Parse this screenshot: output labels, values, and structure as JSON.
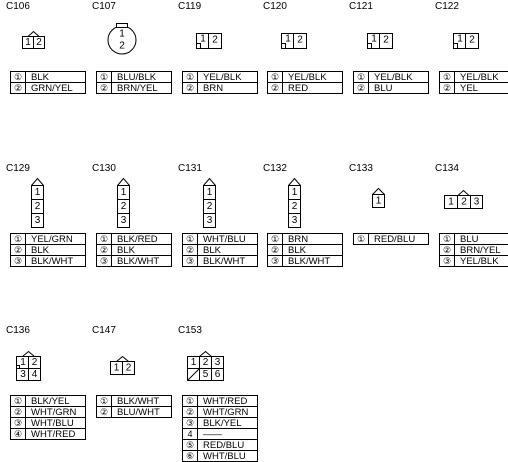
{
  "connectors": [
    {
      "id": "C106",
      "pins": [
        {
          "no": "①",
          "wire": "BLK"
        },
        {
          "no": "②",
          "wire": "GRN/YEL"
        }
      ],
      "cells": [
        "1",
        "2"
      ]
    },
    {
      "id": "C107",
      "pins": [
        {
          "no": "①",
          "wire": "BLU/BLK"
        },
        {
          "no": "②",
          "wire": "BRN/YEL"
        }
      ],
      "cells": [
        "1",
        "2"
      ]
    },
    {
      "id": "C119",
      "pins": [
        {
          "no": "①",
          "wire": "YEL/BLK"
        },
        {
          "no": "②",
          "wire": "BRN"
        }
      ],
      "cells": [
        "1",
        "2"
      ]
    },
    {
      "id": "C120",
      "pins": [
        {
          "no": "①",
          "wire": "YEL/BLK"
        },
        {
          "no": "②",
          "wire": "RED"
        }
      ],
      "cells": [
        "1",
        "2"
      ]
    },
    {
      "id": "C121",
      "pins": [
        {
          "no": "①",
          "wire": "YEL/BLK"
        },
        {
          "no": "②",
          "wire": "BLU"
        }
      ],
      "cells": [
        "1",
        "2"
      ]
    },
    {
      "id": "C122",
      "pins": [
        {
          "no": "①",
          "wire": "YEL/BLK"
        },
        {
          "no": "②",
          "wire": "YEL"
        }
      ],
      "cells": [
        "1",
        "2"
      ]
    },
    {
      "id": "C129",
      "pins": [
        {
          "no": "①",
          "wire": "YEL/GRN"
        },
        {
          "no": "②",
          "wire": "BLK"
        },
        {
          "no": "③",
          "wire": "BLK/WHT"
        }
      ],
      "cells": [
        "1",
        "2",
        "3"
      ]
    },
    {
      "id": "C130",
      "pins": [
        {
          "no": "①",
          "wire": "BLK/RED"
        },
        {
          "no": "②",
          "wire": "BLK"
        },
        {
          "no": "③",
          "wire": "BLK/WHT"
        }
      ],
      "cells": [
        "1",
        "2",
        "3"
      ]
    },
    {
      "id": "C131",
      "pins": [
        {
          "no": "①",
          "wire": "WHT/BLU"
        },
        {
          "no": "②",
          "wire": "BLK"
        },
        {
          "no": "③",
          "wire": "BLK/WHT"
        }
      ],
      "cells": [
        "1",
        "2",
        "3"
      ]
    },
    {
      "id": "C132",
      "pins": [
        {
          "no": "①",
          "wire": "BRN"
        },
        {
          "no": "②",
          "wire": "BLK"
        },
        {
          "no": "③",
          "wire": "BLK/WHT"
        }
      ],
      "cells": [
        "1",
        "2",
        "3"
      ]
    },
    {
      "id": "C133",
      "pins": [
        {
          "no": "①",
          "wire": "RED/BLU"
        }
      ],
      "cells": [
        "1"
      ]
    },
    {
      "id": "C134",
      "pins": [
        {
          "no": "①",
          "wire": "BLU"
        },
        {
          "no": "②",
          "wire": "BRN/YEL"
        },
        {
          "no": "③",
          "wire": "YEL/BLK"
        }
      ],
      "cells": [
        "1",
        "2",
        "3"
      ]
    },
    {
      "id": "C136",
      "pins": [
        {
          "no": "①",
          "wire": "BLK/YEL"
        },
        {
          "no": "②",
          "wire": "WHT/GRN"
        },
        {
          "no": "③",
          "wire": "WHT/BLU"
        },
        {
          "no": "④",
          "wire": "WHT/RED"
        }
      ],
      "cells": [
        "1",
        "2",
        "3",
        "4"
      ]
    },
    {
      "id": "C147",
      "pins": [
        {
          "no": "①",
          "wire": "BLK/WHT"
        },
        {
          "no": "②",
          "wire": "BLU/WHT"
        }
      ],
      "cells": [
        "1",
        "2"
      ]
    },
    {
      "id": "C153",
      "pins": [
        {
          "no": "①",
          "wire": "WHT/RED"
        },
        {
          "no": "②",
          "wire": "WHT/GRN"
        },
        {
          "no": "③",
          "wire": "BLK/YEL"
        },
        {
          "no": "4",
          "wire": "——"
        },
        {
          "no": "⑤",
          "wire": "RED/BLU"
        },
        {
          "no": "⑥",
          "wire": "WHT/BLU"
        }
      ],
      "cells": [
        "1",
        "2",
        "3",
        "5",
        "6"
      ]
    }
  ]
}
